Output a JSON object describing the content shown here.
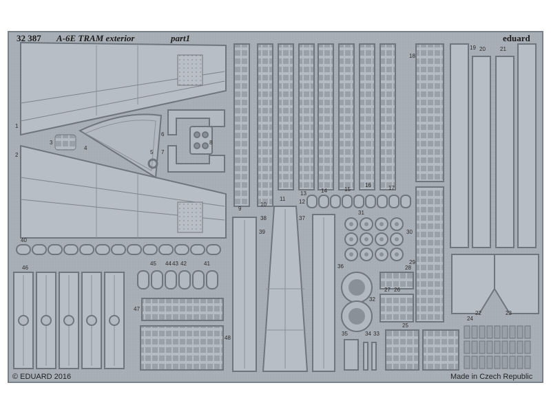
{
  "sheet": {
    "code": "32 387",
    "title": "A-6E TRAM exterior",
    "part": "part1",
    "brand": "eduard",
    "copyright": "© EDUARD 2016",
    "origin": "Made in Czech Republic"
  },
  "part_numbers": [
    "1",
    "2",
    "3",
    "4",
    "5",
    "6",
    "7",
    "8",
    "9",
    "10",
    "11",
    "12",
    "13",
    "14",
    "15",
    "16",
    "17",
    "18",
    "19",
    "20",
    "21",
    "22",
    "23",
    "24",
    "25",
    "26",
    "27",
    "28",
    "29",
    "30",
    "31",
    "32",
    "33",
    "34",
    "35",
    "36",
    "37",
    "38",
    "39",
    "40",
    "41",
    "42",
    "43",
    "44",
    "45",
    "46",
    "47",
    "48"
  ],
  "colors": {
    "fret": "#a9afb6",
    "panel": "#b7bdc4",
    "edge": "#6f757c",
    "shadow": "#8c9299",
    "background": "#ffffff"
  }
}
